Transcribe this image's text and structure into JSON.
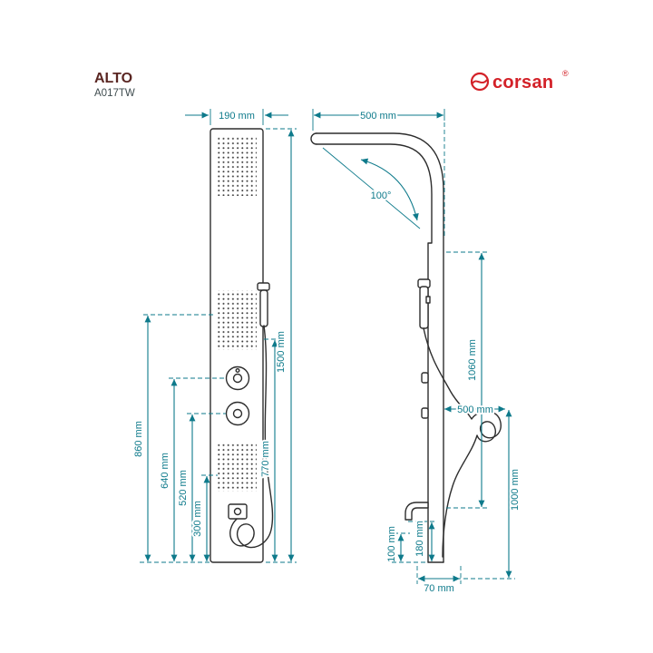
{
  "header": {
    "product_name": "ALTO",
    "product_code": "A017TW",
    "brand_name": "corsan",
    "registered_mark": "®"
  },
  "dims": {
    "width_190": "190 mm",
    "reach_500": "500 mm",
    "angle_100": "100°",
    "height_1500": "1500 mm",
    "height_770": "770 mm",
    "height_860": "860 mm",
    "height_640": "640 mm",
    "height_520": "520 mm",
    "height_300": "300 mm",
    "height_1060": "1060 mm",
    "hose_500": "500 mm",
    "hose_1000": "1000 mm",
    "bottom_100": "100 mm",
    "bottom_180": "180 mm",
    "bottom_70": "70 mm"
  }
}
